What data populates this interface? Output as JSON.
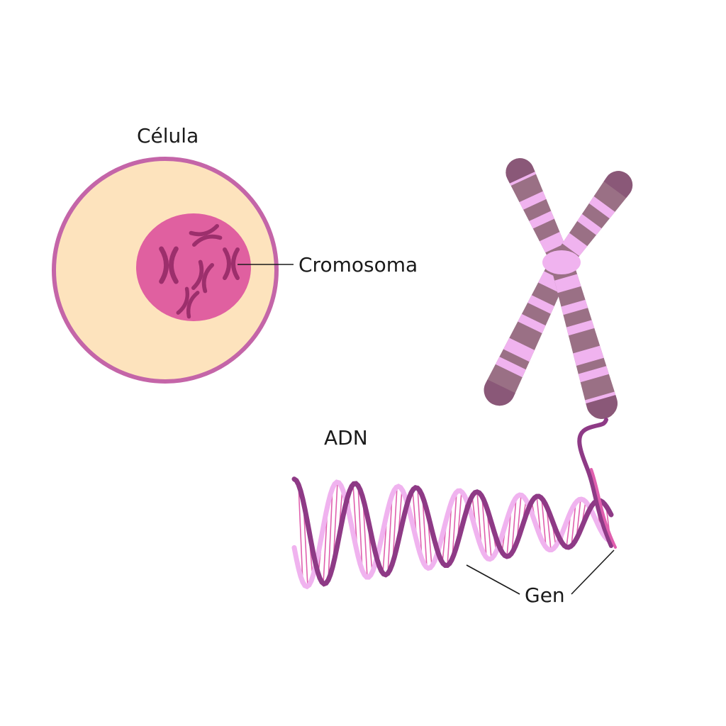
{
  "labels": {
    "cell": "Célula",
    "chromosome": "Cromosoma",
    "dna": "ADN",
    "gene": "Gen"
  },
  "colors": {
    "cytoplasm": "#fde3bd",
    "membrane": "#c465a8",
    "nucleus": "#e060a0",
    "nucleus_chromosome": "#9c2f6c",
    "chromatid_dark": "#9a7085",
    "chromatid_light": "#f0b3ef",
    "chromatid_tip": "#8a5878",
    "centromere": "#f0b3ef",
    "dna_strand_dark": "#8e3a86",
    "dna_strand_light": "#f0b3ef",
    "dna_rungs": "#e05fae",
    "leader_line": "#1a1a1a"
  }
}
